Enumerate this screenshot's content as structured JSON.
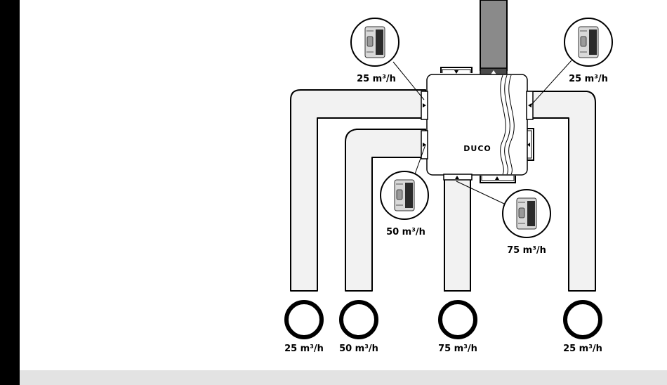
{
  "brand": {
    "name": "DUCO"
  },
  "flow_labels": {
    "valve_top_left": "25 m³/h",
    "valve_top_right": "25 m³/h",
    "valve_mid_left": "50 m³/h",
    "valve_bottom_right": "75 m³/h",
    "outlet_1": "25 m³/h",
    "outlet_2": "50 m³/h",
    "outlet_3": "75 m³/h",
    "outlet_4": "25 m³/h"
  },
  "colors": {
    "duct_fill": "#f2f2f2",
    "outline": "#000000",
    "exhaust_duct": "#8a8a8a",
    "side_bar": "#000000",
    "footer_bar": "#e3e3e3"
  }
}
